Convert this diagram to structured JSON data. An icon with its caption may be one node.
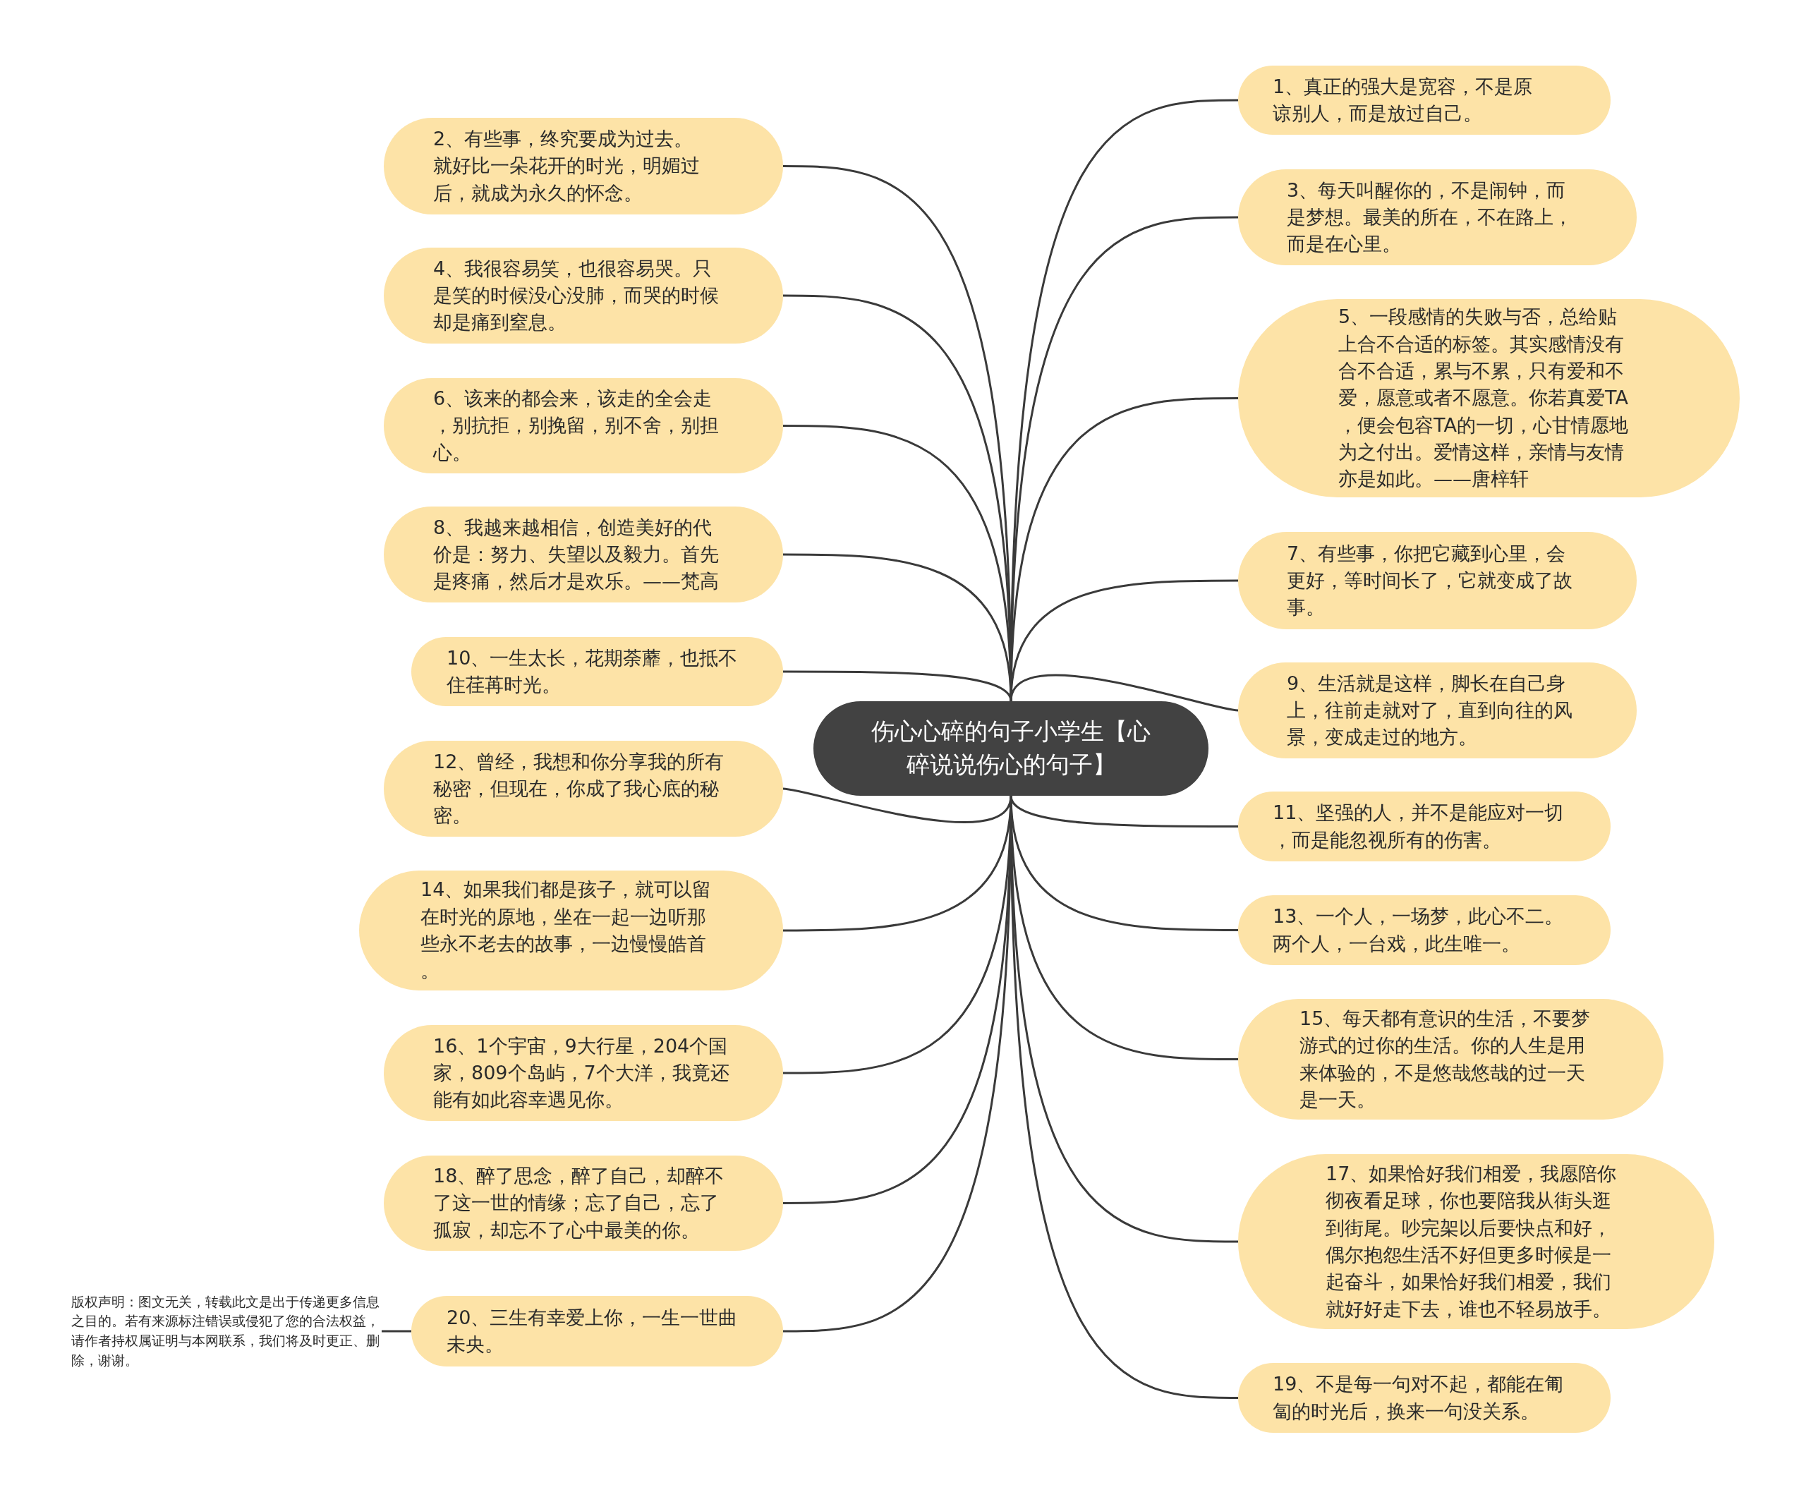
{
  "diagram": {
    "nodes": [
      {
        "text": [
          "伤心心碎的句子小学生【心碎说说伤心的句子】"
        ]
      },
      {
        "text": [
          "1、真正的强大是宽容，不是原谅别人，而是放过自己。"
        ]
      },
      {
        "text": [
          "2、有些事，终究要成为过去。就好比一朵花开的时光，明媚过后，就成为永久的怀念。"
        ]
      },
      {
        "text": [
          "3、每天叫醒你的，不是闹钟，而是梦想。最美的所在，不在路上，而是在心里。"
        ]
      },
      {
        "text": [
          "4、我很容易笑，也很容易哭。只是笑的时候没心没肺，而哭的时候却是痛到窒息。"
        ]
      },
      {
        "text": [
          "5、一段感情的失败与否，总给贴上合不合适的标签。其实感情没有合不合适，累与不累，只有爱和不爱，愿意或者不愿意。你若真爱TA，便会包容TA的一切，心甘情愿地为之付出。爱情这样，亲情与友情亦是如此。——唐梓轩"
        ]
      },
      {
        "text": [
          "6、该来的都会来，该走的全会走，别抗拒，别挽留，别不舍，别担心。"
        ]
      },
      {
        "text": [
          "7、有些事，你把它藏到心里，会更好，等时间长了，它就变成了故事。"
        ]
      },
      {
        "text": [
          "8、我越来越相信，创造美好的代价是：努力、失望以及毅力。首先是疼痛，然后才是欢乐。——梵高"
        ]
      },
      {
        "text": [
          "9、生活就是这样，脚长在自己身上，往前走就对了，直到向往的风景，变成走过的地方。"
        ]
      },
      {
        "text": [
          "10、一生太长，花期荼蘼，也抵不住荏苒时光。"
        ]
      },
      {
        "text": [
          "11、坚强的人，并不是能应对一切，而是能忽视所有的伤害。"
        ]
      },
      {
        "text": [
          "12、曾经，我想和你分享我的所有秘密，但现在，你成了我心底的秘密。"
        ]
      },
      {
        "text": [
          "13、一个人，一场梦，此心不二。两个人，一台戏，此生唯一。"
        ]
      },
      {
        "text": [
          "14、如果我们都是孩子，就可以留在时光的原地，坐在一起一边听那些永不老去的故事，一边慢慢皓首。"
        ]
      },
      {
        "text": [
          "15、每天都有意识的生活，不要梦游式的过你的生活。你的人生是用来体验的，不是悠哉悠哉的过一天是一天。"
        ]
      },
      {
        "text": [
          "16、1个宇宙，9大行星，204个国家，809个岛屿，7个大洋，我竟还能有如此容幸遇见你。"
        ]
      },
      {
        "text": [
          "17、如果恰好我们相爱，我愿陪你彻夜看足球，你也要陪我从街头逛到街尾。吵完架以后要快点和好，偶尔抱怨生活不好但更多时候是一起奋斗，如果恰好我们相爱，我们就好好走下去，谁也不轻易放手。"
        ]
      },
      {
        "text": [
          "18、醉了思念，醉了自己，却醉不了这一世的情缘；忘了自己，忘了孤寂，却忘不了心中最美的你。"
        ]
      },
      {
        "text": [
          "19、不是每一句对不起，都能在匍匐的时光后，换来一句没关系。"
        ]
      },
      {
        "text": [
          "20、三生有幸爱上你，一生一世曲未央。"
        ]
      },
      {
        "text": [
          "版权声明：图文无关，转载此文是出于传递更多信息之目的。若有来源标注错误或侵犯了您的合法权益，请作者持权属证明与本网联系，我们将及时更正、删除，谢谢。"
        ]
      }
    ],
    "edges": [
      {
        "from": 0,
        "to": 1,
        "arrow": "none"
      },
      {
        "from": 0,
        "to": 2,
        "arrow": "none"
      },
      {
        "from": 0,
        "to": 3,
        "arrow": "none"
      },
      {
        "from": 0,
        "to": 4,
        "arrow": "none"
      },
      {
        "from": 0,
        "to": 5,
        "arrow": "none"
      },
      {
        "from": 0,
        "to": 6,
        "arrow": "none"
      },
      {
        "from": 0,
        "to": 7,
        "arrow": "none"
      },
      {
        "from": 0,
        "to": 8,
        "arrow": "none"
      },
      {
        "from": 0,
        "to": 9,
        "arrow": "none"
      },
      {
        "from": 0,
        "to": 10,
        "arrow": "none"
      },
      {
        "from": 0,
        "to": 11,
        "arrow": "none"
      },
      {
        "from": 0,
        "to": 12,
        "arrow": "none"
      },
      {
        "from": 0,
        "to": 13,
        "arrow": "none"
      },
      {
        "from": 0,
        "to": 14,
        "arrow": "none"
      },
      {
        "from": 0,
        "to": 15,
        "arrow": "none"
      },
      {
        "from": 0,
        "to": 16,
        "arrow": "none"
      },
      {
        "from": 0,
        "to": 17,
        "arrow": "none"
      },
      {
        "from": 0,
        "to": 18,
        "arrow": "none"
      },
      {
        "from": 0,
        "to": 19,
        "arrow": "none"
      },
      {
        "from": 0,
        "to": 20,
        "arrow": "none"
      },
      {
        "from": 21,
        "to": 20,
        "arrow": "none"
      }
    ]
  }
}
